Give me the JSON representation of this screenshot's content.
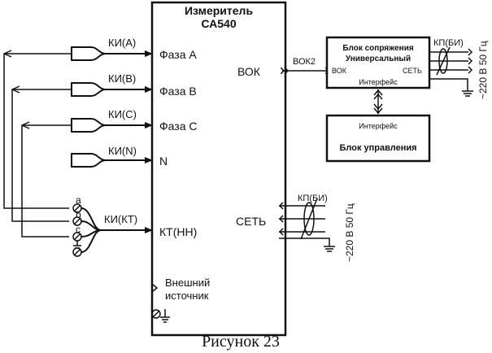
{
  "meter": {
    "title_line1": "Измеритель",
    "title_line2": "СА540",
    "port_vok": "ВОК",
    "port_set": "СЕТЬ",
    "phase_a": "Фаза А",
    "phase_b": "Фаза В",
    "phase_c": "Фаза С",
    "port_n": "N",
    "port_kt": "КТ(НН)",
    "ext_line1": "Внешний",
    "ext_line2": "источник"
  },
  "probes": {
    "a": "КИ(А)",
    "b": "КИ(В)",
    "c": "КИ(С)",
    "n": "КИ(N)",
    "kt": "КИ(КТ)",
    "terminal_a": "а",
    "terminal_b": "b",
    "terminal_c": "с"
  },
  "links": {
    "vok2": "ВОК2",
    "cable_right": "КП(БИ)",
    "cable_bottom": "КП(БИ)"
  },
  "interface_block": {
    "title_line1": "Блок сопряжения",
    "title_line2": "Универсальный",
    "port_vok": "ВОК",
    "port_set": "СЕТЬ",
    "port_if": "Интерфейс"
  },
  "control_block": {
    "port_if": "Интерфейс",
    "title": "Блок управления"
  },
  "power": {
    "supply_right": "~220 В 50 Гц",
    "supply_bottom": "~220 В 50 Гц"
  },
  "caption": "Рисунок 23"
}
